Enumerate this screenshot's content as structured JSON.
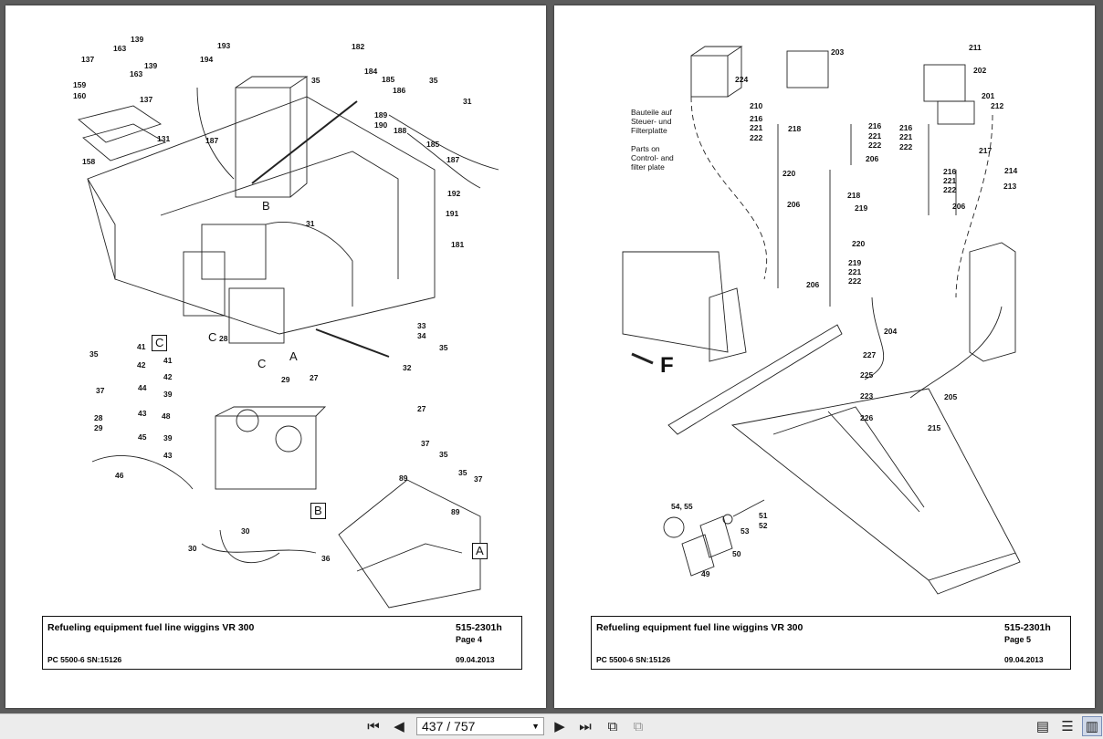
{
  "viewer": {
    "page_indicator": "437 / 757",
    "icons": [
      "first-page-icon",
      "prev-page-icon",
      "next-page-icon",
      "last-page-icon",
      "fit-page-icon",
      "fit-width-icon",
      "single-page-view-icon",
      "continuous-view-icon",
      "two-page-view-icon"
    ]
  },
  "pages": {
    "left": {
      "title": "Refueling equipment fuel line wiggins VR 300",
      "code": "515-2301h",
      "page": "Page 4",
      "model": "PC 5500-6 SN:15126",
      "date": "09.04.2013",
      "view_labels": [
        "A",
        "B",
        "C"
      ],
      "part_numbers": [
        "139",
        "163",
        "137",
        "163",
        "139",
        "159",
        "160",
        "137",
        "131",
        "158",
        "193",
        "194",
        "187",
        "182",
        "35",
        "184",
        "185",
        "186",
        "35",
        "31",
        "189",
        "190",
        "188",
        "185",
        "187",
        "192",
        "191",
        "181",
        "31",
        "B",
        "C",
        "28",
        "A",
        "C",
        "29",
        "27",
        "33",
        "34",
        "35",
        "32",
        "27",
        "41",
        "35",
        "42",
        "37",
        "44",
        "28",
        "29",
        "43",
        "45",
        "46",
        "41",
        "42",
        "39",
        "48",
        "39",
        "43",
        "37",
        "35",
        "89",
        "35",
        "37",
        "89",
        "30",
        "30",
        "36"
      ]
    },
    "right": {
      "title": "Refueling equipment fuel line wiggins VR 300",
      "code": "515-2301h",
      "page": "Page 5",
      "model": "PC 5500-6 SN:15126",
      "date": "09.04.2013",
      "note_de": [
        "Bauteile auf",
        "Steuer- und",
        "Filterplatte"
      ],
      "note_en": [
        "Parts on",
        "Control- and",
        "filter plate"
      ],
      "part_numbers": [
        "203",
        "211",
        "202",
        "224",
        "201",
        "212",
        "210",
        "216",
        "221",
        "222",
        "218",
        "216",
        "221",
        "222",
        "216",
        "221",
        "222",
        "217",
        "206",
        "220",
        "218",
        "214",
        "216",
        "221",
        "222",
        "213",
        "206",
        "219",
        "206",
        "220",
        "219",
        "221",
        "222",
        "206",
        "204",
        "227",
        "225",
        "223",
        "205",
        "226",
        "215",
        "54, 55",
        "51",
        "52",
        "53",
        "50",
        "49",
        "F"
      ]
    }
  }
}
